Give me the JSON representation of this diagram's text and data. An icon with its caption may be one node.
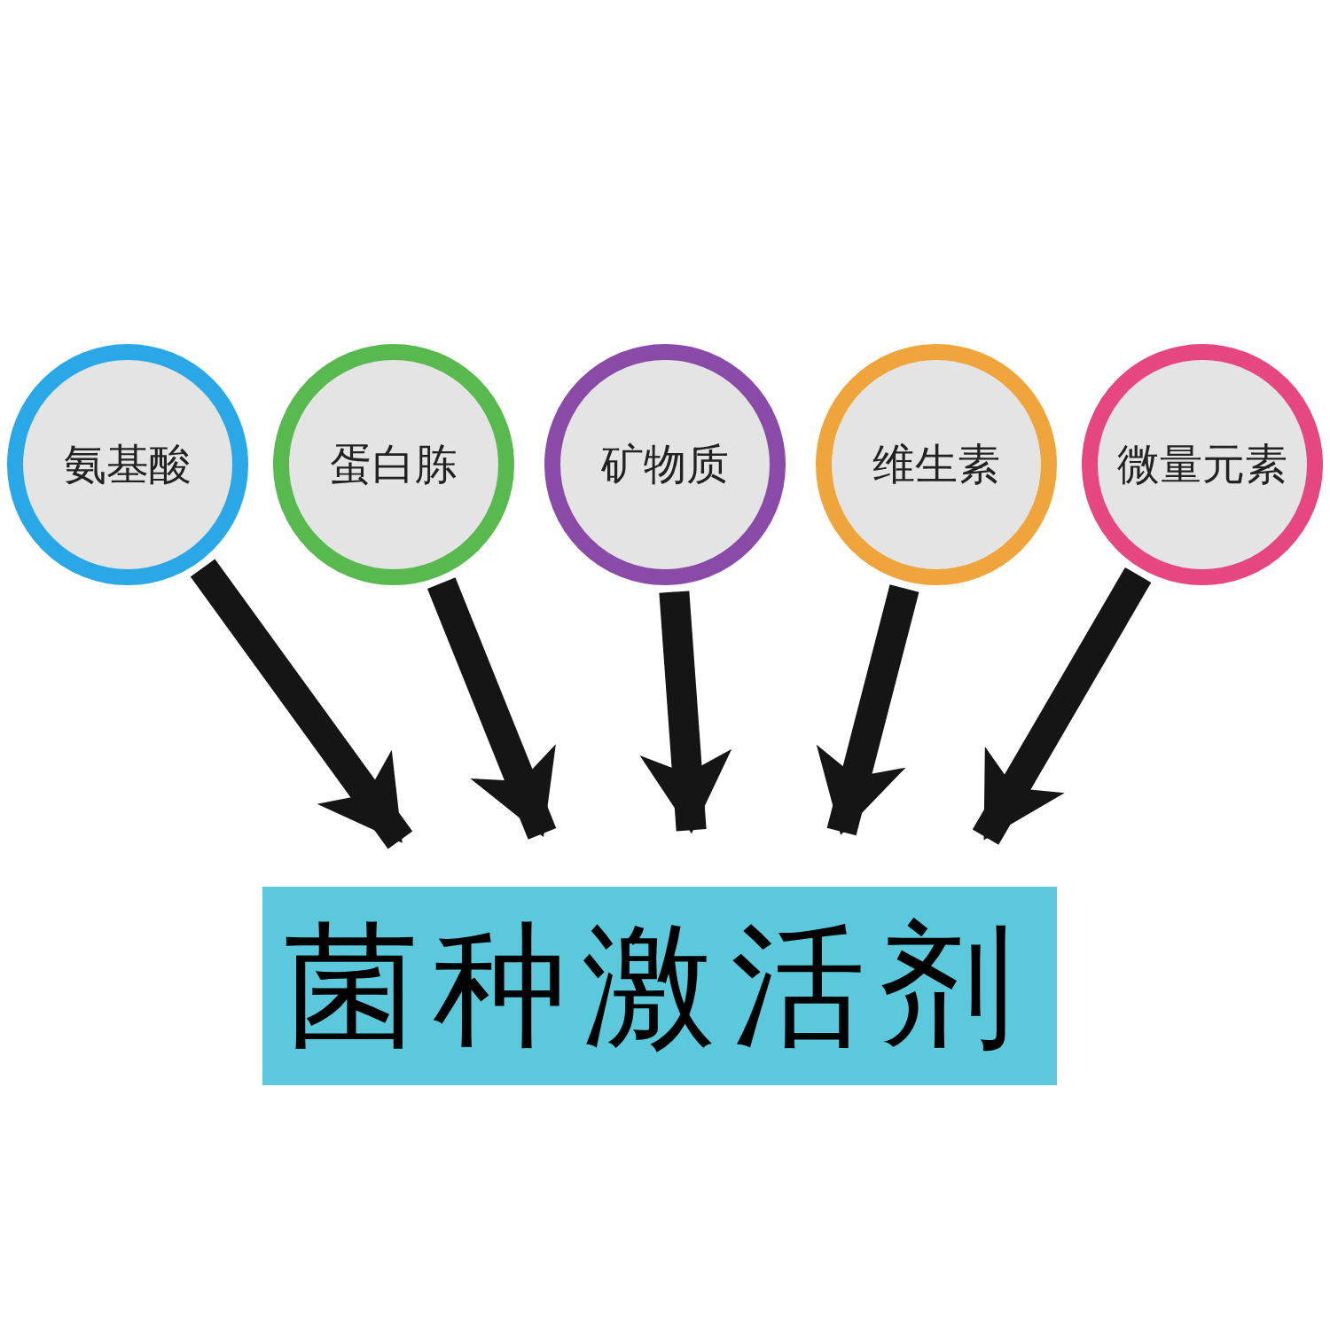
{
  "diagram": {
    "nodes": [
      {
        "text": [
          "氨基酸"
        ]
      },
      {
        "text": [
          "蛋白胨"
        ]
      },
      {
        "text": [
          "矿物质"
        ]
      },
      {
        "text": [
          "维生素"
        ]
      },
      {
        "text": [
          "微量元素"
        ]
      },
      {
        "text": [
          "菌种激活剂"
        ]
      }
    ],
    "edges": [
      {
        "from": 0,
        "to": 5,
        "arrow": "to"
      },
      {
        "from": 1,
        "to": 5,
        "arrow": "to"
      },
      {
        "from": 2,
        "to": 5,
        "arrow": "to"
      },
      {
        "from": 3,
        "to": 5,
        "arrow": "to"
      },
      {
        "from": 4,
        "to": 5,
        "arrow": "to"
      }
    ]
  }
}
